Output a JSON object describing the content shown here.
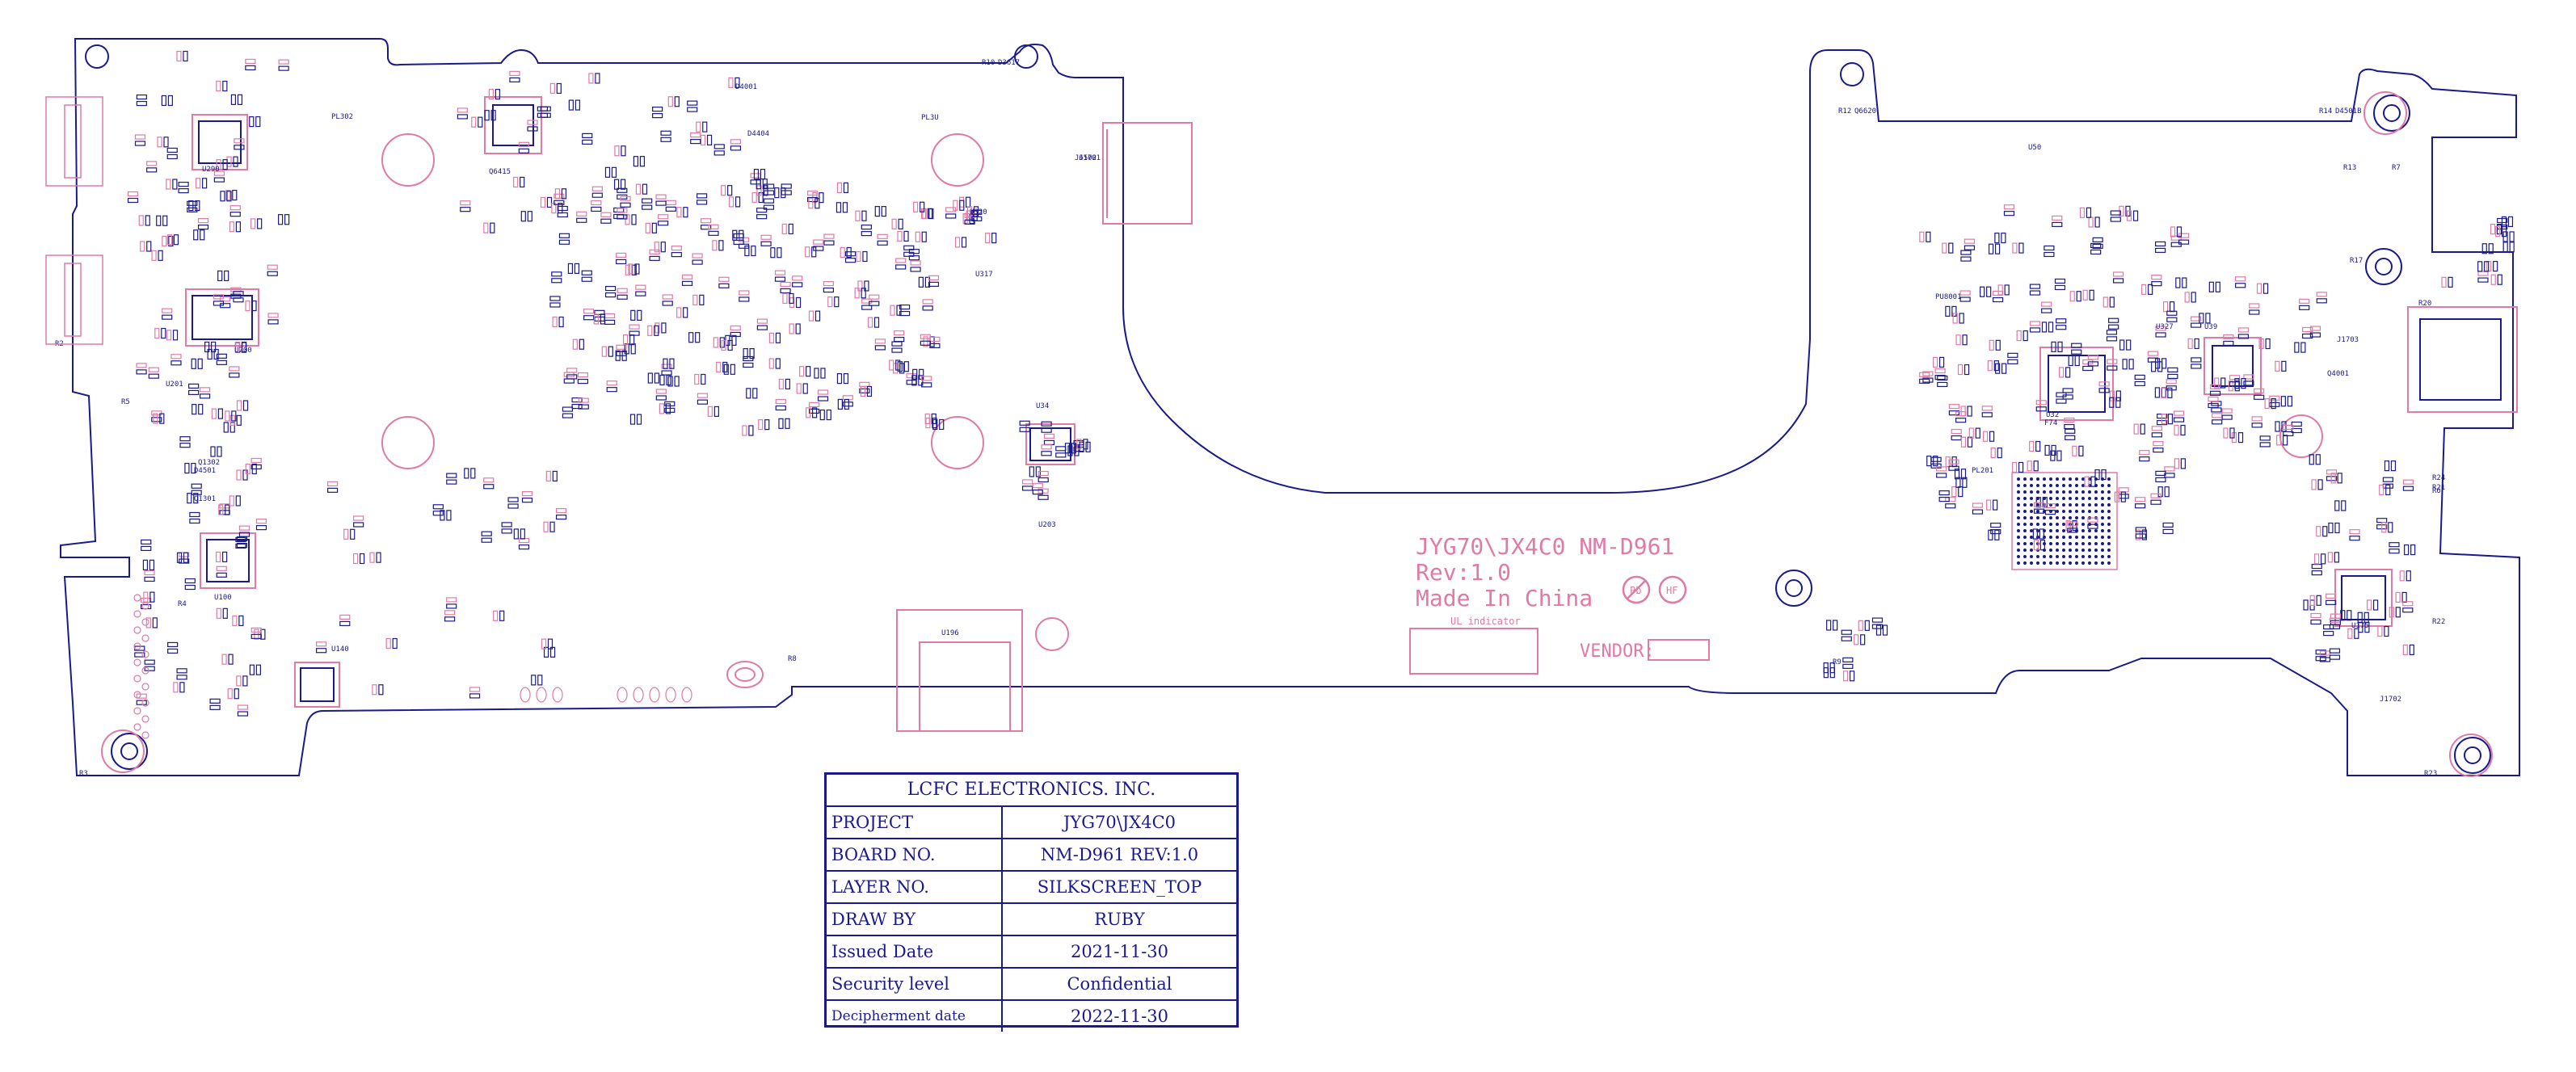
{
  "board": {
    "outline_color": "#1a1a8c",
    "silk_color": "#e07aa6",
    "silkscreen_lines": [
      "JYG70\\JX4C0 NM-D961",
      "Rev:1.0",
      "Made In China"
    ],
    "ul_indicator": "UL indicator",
    "vendor_label": "VENDOR:",
    "cert_marks": [
      "Pb",
      "HF"
    ],
    "designators": [
      "R10",
      "R12",
      "R14",
      "R13",
      "R17",
      "R20",
      "R21",
      "R22",
      "R23",
      "R24",
      "R2",
      "R3",
      "R5",
      "R8",
      "R9",
      "R4",
      "R6",
      "R7",
      "U100",
      "U200",
      "U290",
      "U201",
      "U203",
      "U50",
      "U320",
      "U317",
      "U175",
      "U32",
      "U34",
      "U39",
      "U327",
      "U140",
      "U196",
      "J1701",
      "J6502",
      "J1702",
      "J1703",
      "F74",
      "Q4001",
      "Q6415",
      "D4001",
      "D4404",
      "PU8001",
      "Q1302",
      "Q1301",
      "D4501",
      "PL3U",
      "PL302",
      "PL201",
      "D3617",
      "Q6620",
      "D4501B"
    ]
  },
  "title_block": {
    "company": "LCFC ELECTRONICS. INC.",
    "rows": [
      {
        "key": "PROJECT",
        "value": "JYG70\\JX4C0"
      },
      {
        "key": "BOARD NO.",
        "value": "NM-D961 REV:1.0"
      },
      {
        "key": "LAYER NO.",
        "value": "SILKSCREEN_TOP"
      },
      {
        "key": "DRAW BY",
        "value": "RUBY"
      },
      {
        "key": "Issued Date",
        "value": "2021-11-30"
      },
      {
        "key": "Security level",
        "value": "Confidential"
      },
      {
        "key": "Decipherment date",
        "value": "2022-11-30"
      }
    ]
  }
}
